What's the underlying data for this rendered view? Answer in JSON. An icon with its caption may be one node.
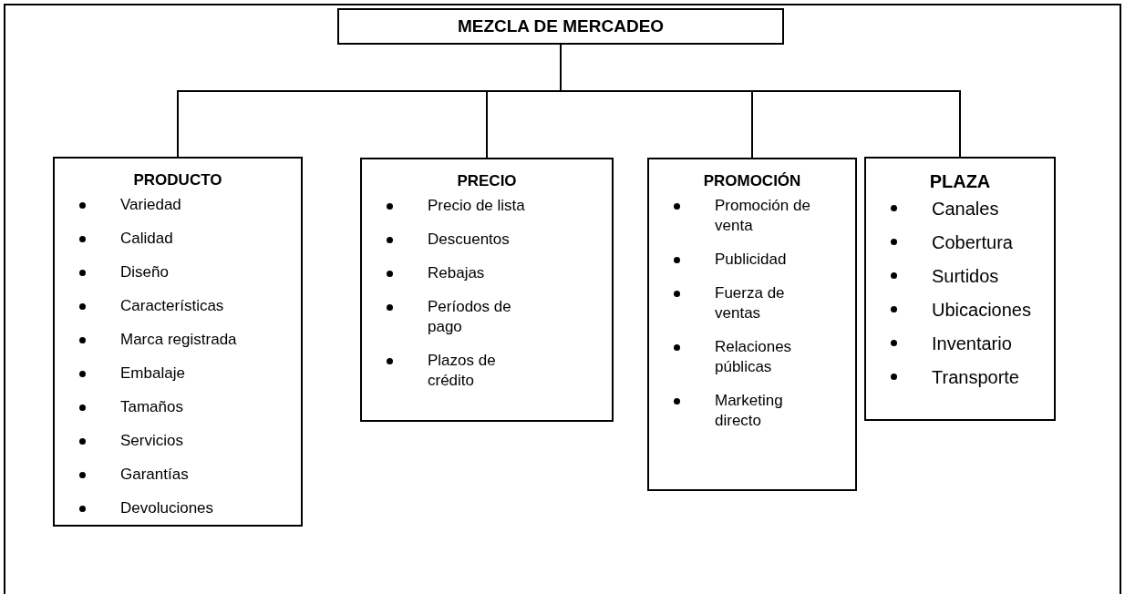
{
  "diagram": {
    "nodes": [
      {
        "text": [
          "MEZCLA DE MERCADEO"
        ]
      },
      {
        "text": [
          "PRODUCTO",
          "Variedad",
          "Calidad",
          "Diseño",
          "Características",
          "Marca registrada",
          "Embalaje",
          "Tamaños",
          "Servicios",
          "Garantías",
          "Devoluciones"
        ]
      },
      {
        "text": [
          "PRECIO",
          "Precio de lista",
          "Descuentos",
          "Rebajas",
          "Períodos de pago",
          "Plazos de crédito"
        ]
      },
      {
        "text": [
          "PROMOCIÓN",
          "Promoción de venta",
          "Publicidad",
          "Fuerza de ventas",
          "Relaciones públicas",
          "Marketing directo"
        ]
      },
      {
        "text": [
          "PLAZA",
          "Canales",
          "Cobertura",
          "Surtidos",
          "Ubicaciones",
          "Inventario",
          "Transporte"
        ]
      }
    ],
    "edges": [
      {
        "from": 0,
        "to": 1,
        "arrow": "none"
      },
      {
        "from": 0,
        "to": 2,
        "arrow": "none"
      },
      {
        "from": 0,
        "to": 3,
        "arrow": "none"
      },
      {
        "from": 0,
        "to": 4,
        "arrow": "none"
      }
    ]
  }
}
